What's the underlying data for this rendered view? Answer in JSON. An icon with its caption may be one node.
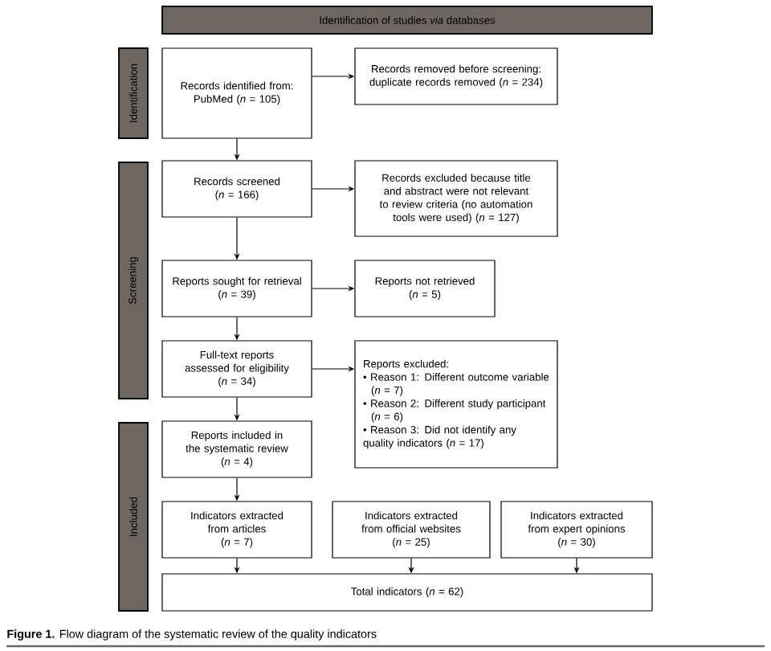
{
  "diagram": {
    "caption": "**Figure 1.** Flow diagram of the systematic review of the quality indicators",
    "nodes": [
      {
        "text": [
          "Identification of studies *via* databases"
        ]
      },
      {
        "text": [
          "Identification"
        ]
      },
      {
        "text": [
          "Screening"
        ]
      },
      {
        "text": [
          "Included"
        ]
      },
      {
        "text": [
          "Records identified from:",
          "PubMed (*n* = 105)"
        ]
      },
      {
        "text": [
          "Records removed before screening: duplicate records removed (*n* = 234)"
        ]
      },
      {
        "text": [
          "Records screened",
          "(*n* = 166)"
        ]
      },
      {
        "text": [
          "Records excluded because title and abstract were not relevant to review criteria (no automation tools were used) (*n* = 127)"
        ]
      },
      {
        "text": [
          "Reports sought for retrieval",
          "(*n* = 39)"
        ]
      },
      {
        "text": [
          "Reports not retrieved",
          "(*n* = 5)"
        ]
      },
      {
        "text": [
          "Full-text reports assessed for eligibility",
          "(*n* = 34)"
        ]
      },
      {
        "text": [
          "Reports excluded:",
          "• Reason 1: Different outcome variable (*n* = 7)",
          "• Reason 2: Different study participant (*n* = 6)",
          "• Reason 3: Did not identify any quality indicators (*n* = 17)"
        ]
      },
      {
        "text": [
          "Reports included in the systematic review",
          "(*n* = 4)"
        ]
      },
      {
        "text": [
          "Indicators extracted from articles",
          "(*n* = 7)"
        ]
      },
      {
        "text": [
          "Indicators extracted from official websites",
          "(*n* = 25)"
        ]
      },
      {
        "text": [
          "Indicators extracted from expert opinions",
          "(*n* = 30)"
        ]
      },
      {
        "text": [
          "Total indicators (*n* = 62)"
        ]
      }
    ],
    "edges": [
      {
        "from": 4,
        "to": 5,
        "arrow": "to"
      },
      {
        "from": 4,
        "to": 6,
        "arrow": "to"
      },
      {
        "from": 6,
        "to": 7,
        "arrow": "to"
      },
      {
        "from": 6,
        "to": 8,
        "arrow": "to"
      },
      {
        "from": 8,
        "to": 9,
        "arrow": "to"
      },
      {
        "from": 8,
        "to": 10,
        "arrow": "to"
      },
      {
        "from": 10,
        "to": 11,
        "arrow": "to"
      },
      {
        "from": 10,
        "to": 12,
        "arrow": "to"
      },
      {
        "from": 12,
        "to": 13,
        "arrow": "to"
      },
      {
        "from": 13,
        "to": 16,
        "arrow": "to"
      },
      {
        "from": 14,
        "to": 16,
        "arrow": "to"
      },
      {
        "from": 15,
        "to": 16,
        "arrow": "to"
      }
    ]
  }
}
